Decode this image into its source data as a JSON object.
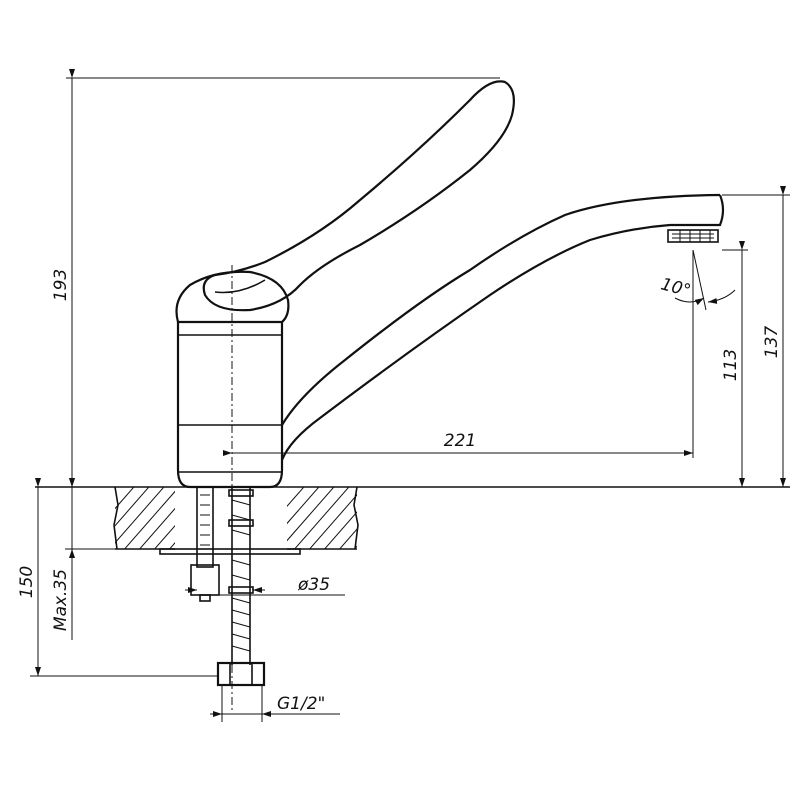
{
  "dimensions": {
    "height_total": "193",
    "spout_height": "137",
    "outlet_height": "113",
    "reach": "221",
    "angle": "10°",
    "hose_length": "150",
    "max_thickness": "Max.35",
    "hole_diameter": "ø35",
    "thread": "G1/2\""
  }
}
